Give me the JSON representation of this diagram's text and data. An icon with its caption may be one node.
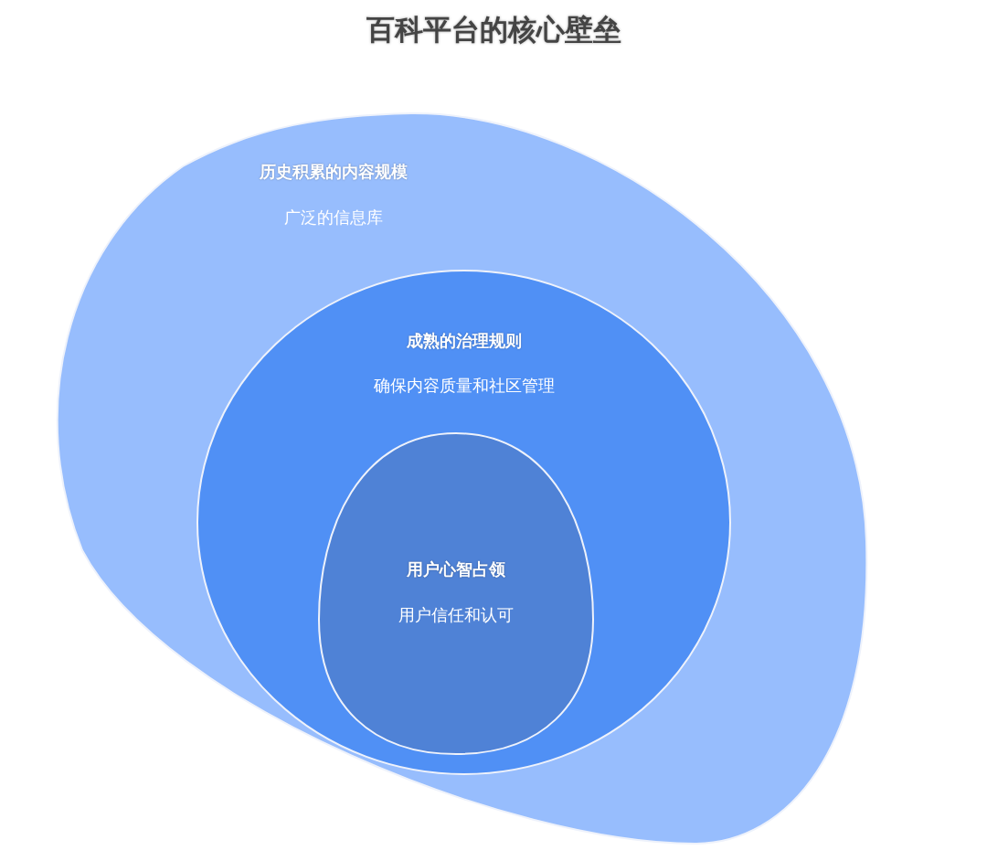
{
  "diagram": {
    "title": "百科平台的核心壁垒",
    "nodes": [
      {
        "text": [
          "历史积累的内容规模",
          "广泛的信息库"
        ]
      },
      {
        "text": [
          "成熟的治理规则",
          "确保内容质量和社区管理"
        ],
        "in": 0
      },
      {
        "text": [
          "用户心智占领",
          "用户信任和认可"
        ],
        "in": 1
      }
    ]
  }
}
